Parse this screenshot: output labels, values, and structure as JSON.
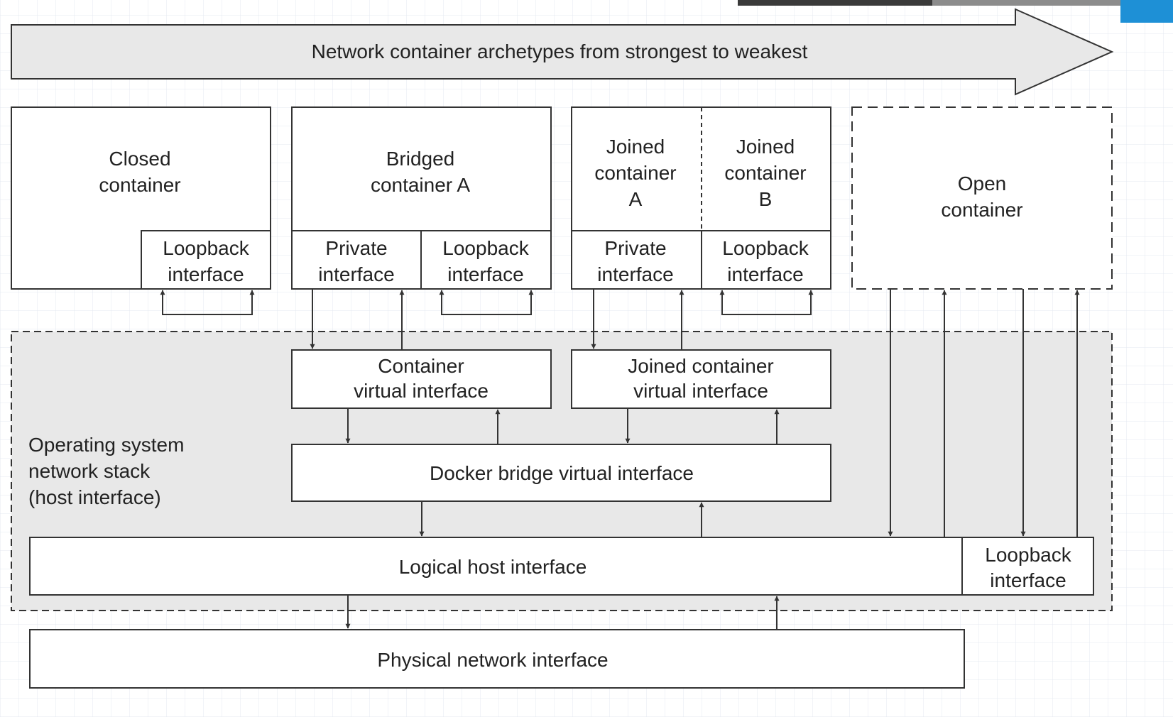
{
  "title": "Network container archetypes from strongest to weakest",
  "containers": {
    "closed": [
      "Closed",
      "container"
    ],
    "closed_loopback": [
      "Loopback",
      "interface"
    ],
    "bridged": [
      "Bridged",
      "container A"
    ],
    "bridged_private": [
      "Private",
      "interface"
    ],
    "bridged_loopback": [
      "Loopback",
      "interface"
    ],
    "joined_a": [
      "Joined",
      "container",
      "A"
    ],
    "joined_b": [
      "Joined",
      "container",
      "B"
    ],
    "joined_private": [
      "Private",
      "interface"
    ],
    "joined_loopback": [
      "Loopback",
      "interface"
    ],
    "open": [
      "Open",
      "container"
    ]
  },
  "host": {
    "os_stack": [
      "Operating system",
      "network stack",
      "(host interface)"
    ],
    "container_virtual": [
      "Container",
      "virtual interface"
    ],
    "joined_virtual": [
      "Joined container",
      "virtual interface"
    ],
    "docker_bridge": "Docker bridge virtual interface",
    "logical_host": "Logical host interface",
    "host_loopback": [
      "Loopback",
      "interface"
    ]
  },
  "physical": "Physical network interface",
  "colors": {
    "stroke": "#333333",
    "banner_fill": "#e8e8e8",
    "host_fill": "#e8e8e8",
    "box_fill": "#ffffff",
    "accent_blue": "#1e90d6"
  }
}
